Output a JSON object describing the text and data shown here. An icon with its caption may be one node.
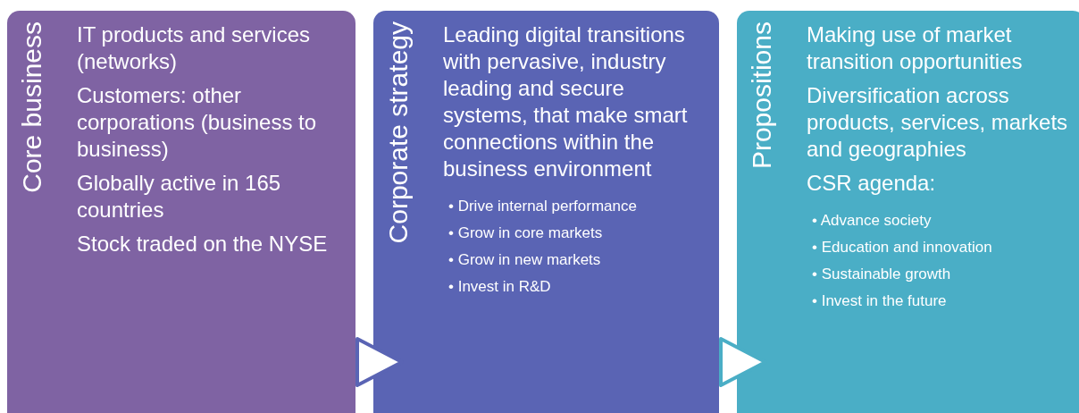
{
  "diagram": {
    "nodes": [
      {
        "text": [
          "Core business",
          "IT products and services (networks)",
          "Customers: other corporations (business to business)",
          "Globally active in 165 countries",
          "Stock traded on the NYSE"
        ]
      },
      {
        "text": [
          "Corporate strategy",
          "Leading digital transitions with pervasive, industry leading and secure systems, that make smart connections within the business environment",
          "• Drive internal performance",
          "• Grow in core markets",
          "• Grow in new markets",
          "• Invest in R&D"
        ]
      },
      {
        "text": [
          "Propositions",
          "Making use of market transition opportunities",
          "Diversification across products, services, markets and geographies",
          "CSR agenda:",
          "• Advance society",
          "• Education and innovation",
          "• Sustainable growth",
          "• Invest in the future"
        ]
      }
    ],
    "edges": [
      {
        "from": 0,
        "to": 1,
        "arrow": "to"
      },
      {
        "from": 1,
        "to": 2,
        "arrow": "to"
      }
    ]
  }
}
